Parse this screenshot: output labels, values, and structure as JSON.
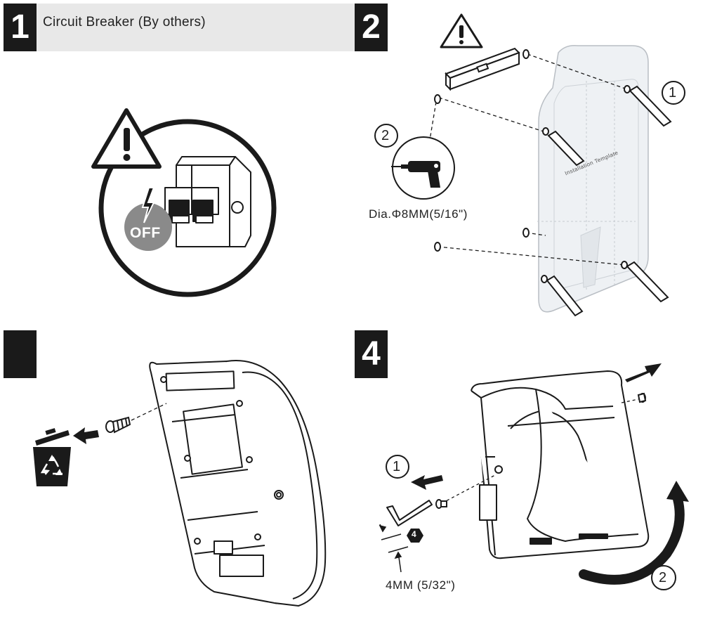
{
  "steps": [
    {
      "number": "1",
      "title": "Circuit Breaker (By others)",
      "off_label": "OFF"
    },
    {
      "number": "2",
      "callout_anchor": "1",
      "callout_drill": "2",
      "drill_size": "Dia.Φ8MM(5/16\")",
      "template_label": "Installation Template"
    },
    {
      "number": ""
    },
    {
      "number": "4",
      "callout_wrench": "1",
      "callout_rotate": "2",
      "hex_size": "4",
      "wrench_size": "4MM (5/32\")"
    }
  ],
  "colors": {
    "ink": "#1a1a1a",
    "title_bar": "#e8e8e8",
    "off_disc": "#8a8a8a",
    "template_fill": "#eef1f4"
  },
  "icons": [
    "warning-icon",
    "lightning-icon",
    "drill-icon",
    "spirit-level-icon",
    "trash-icon",
    "recycle-icon",
    "hex-key-icon",
    "arrow-icon",
    "rotate-arrow-icon"
  ]
}
